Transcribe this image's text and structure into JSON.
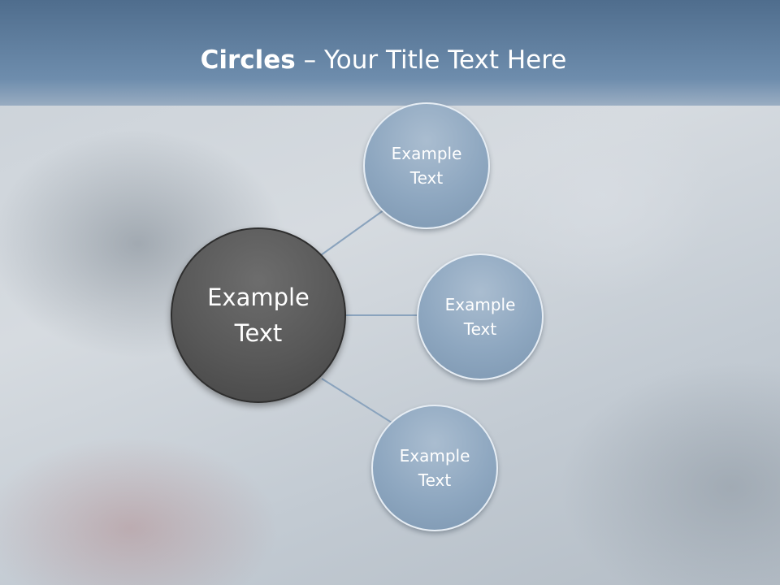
{
  "slide": {
    "title_bold": "Circles",
    "title_rest": " – Your Title Text Here"
  },
  "diagram": {
    "center": {
      "line1": "Example",
      "line2": "Text"
    },
    "nodes": [
      {
        "line1": "Example",
        "line2": "Text"
      },
      {
        "line1": "Example",
        "line2": "Text"
      },
      {
        "line1": "Example",
        "line2": "Text"
      }
    ]
  },
  "colors": {
    "header": "#5f7e9e",
    "center_circle": "#585858",
    "node_circle": "#8ea7c0",
    "connector": "#8aa3bd"
  }
}
